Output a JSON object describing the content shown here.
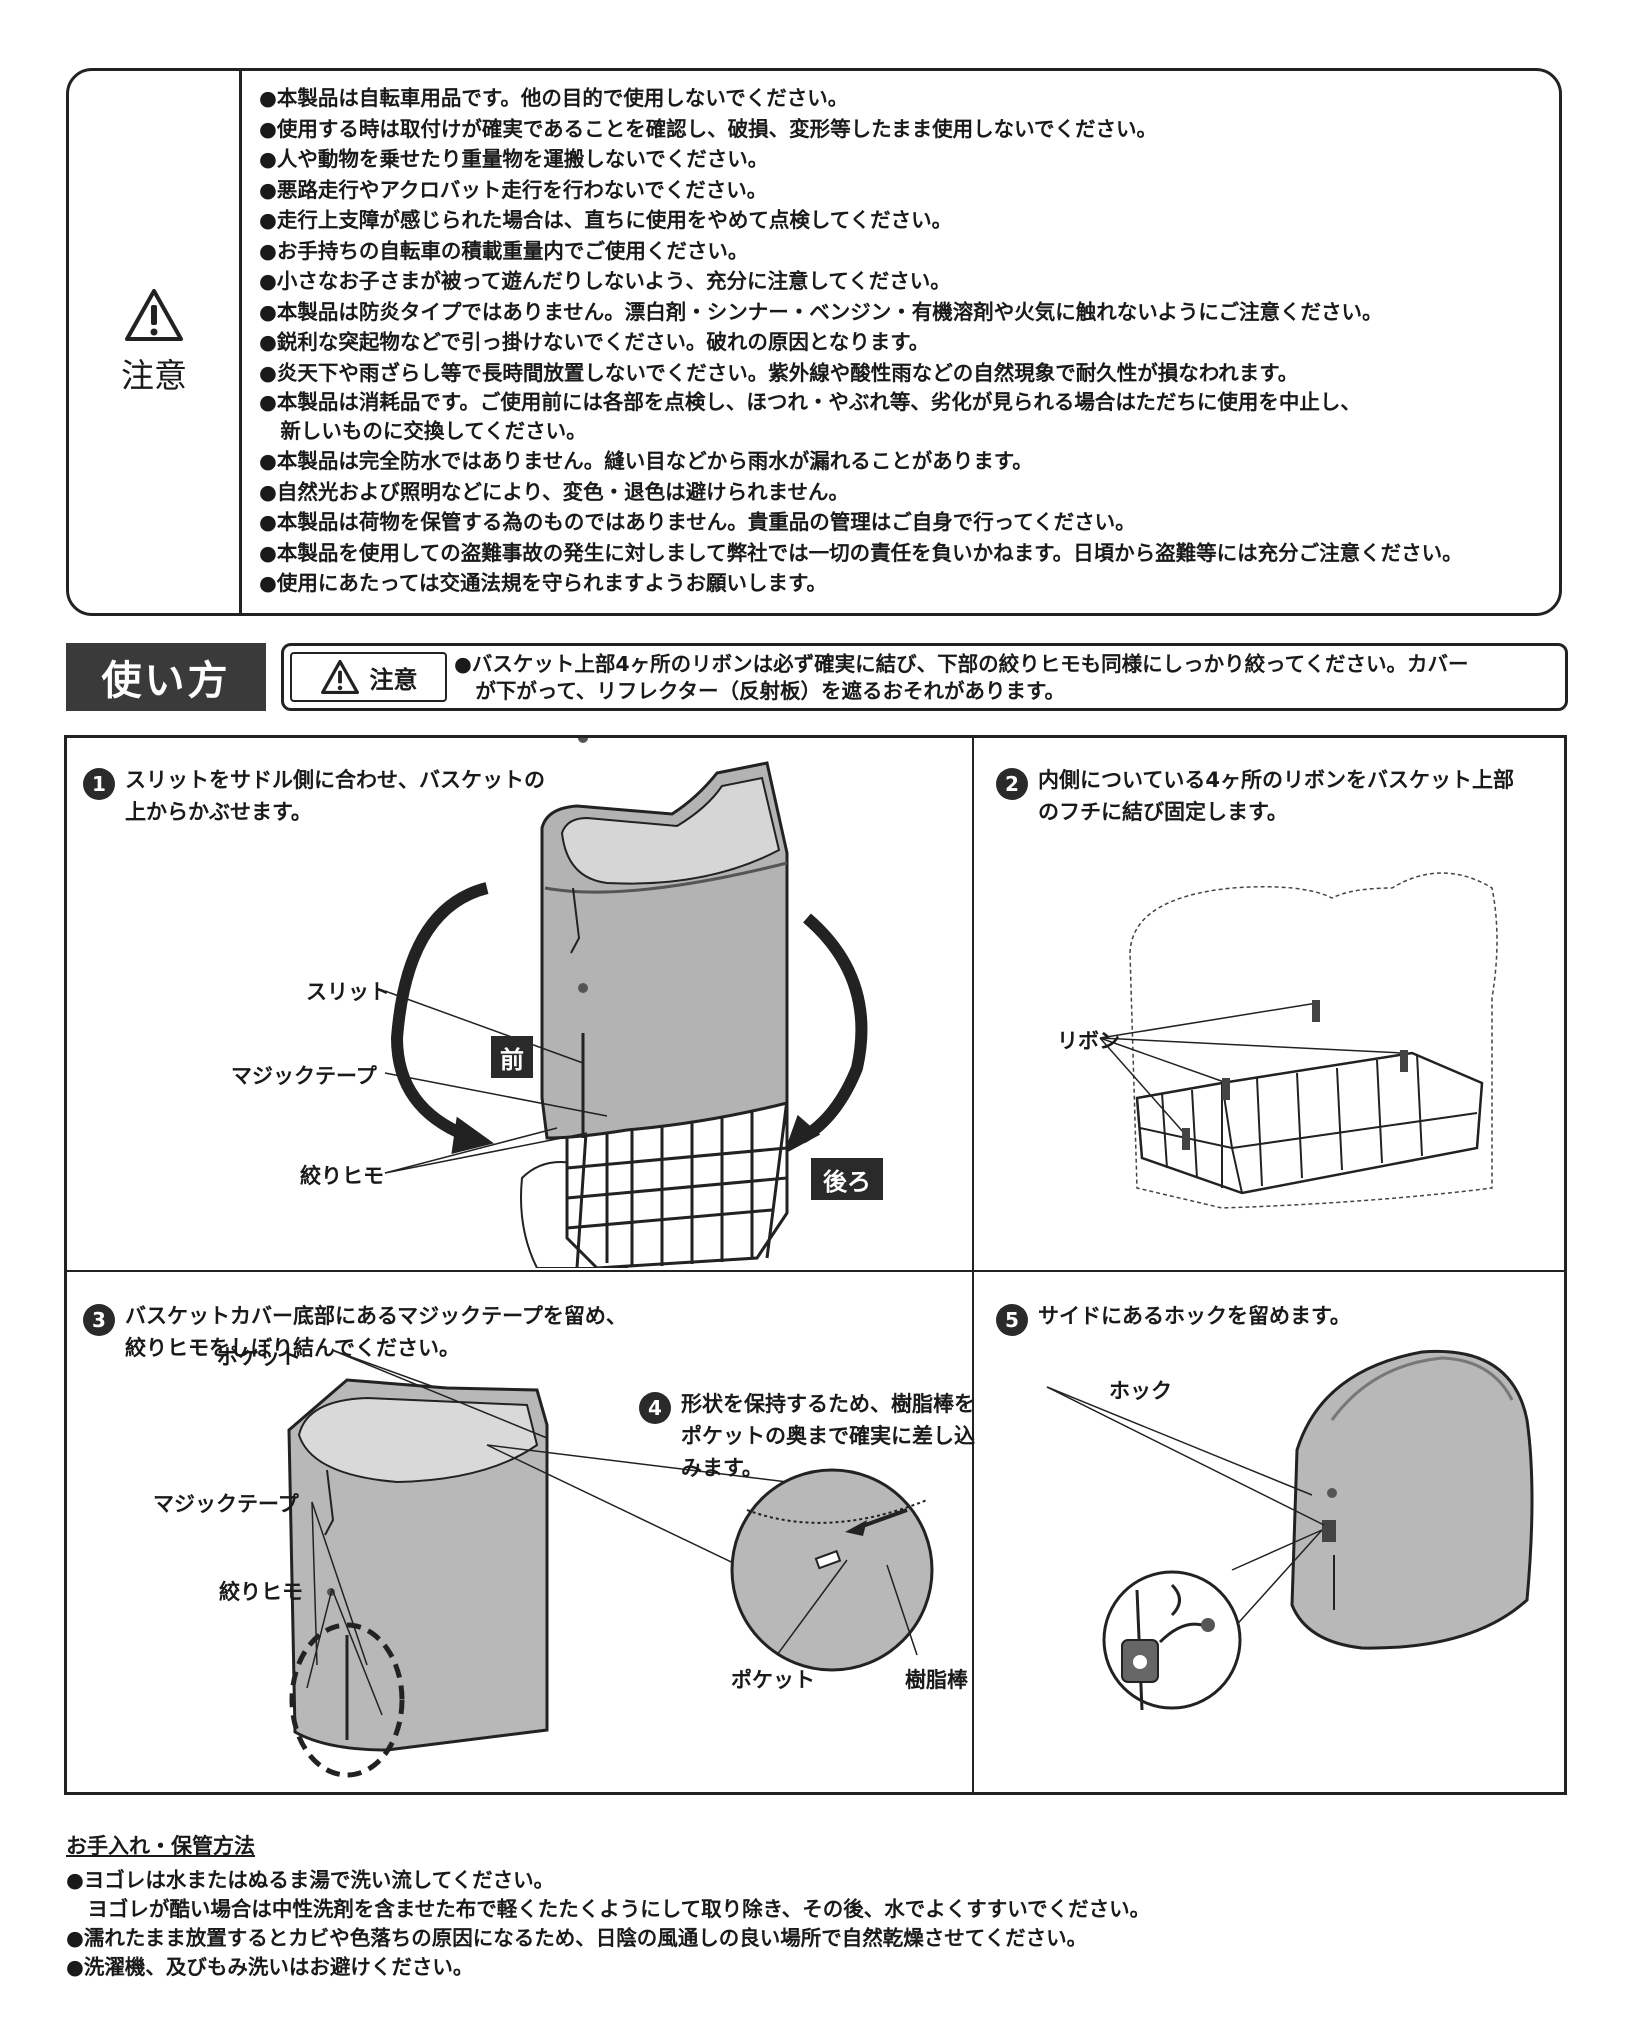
{
  "caution": {
    "label": "注意",
    "items": [
      "●本製品は自転車用品です。他の目的で使用しないでください。",
      "●使用する時は取付けが確実であることを確認し、破損、変形等したまま使用しないでください。",
      "●人や動物を乗せたり重量物を運搬しないでください。",
      "●悪路走行やアクロバット走行を行わないでください。",
      "●走行上支障が感じられた場合は、直ちに使用をやめて点検してください。",
      "●お手持ちの自転車の積載重量内でご使用ください。",
      "●小さなお子さまが被って遊んだりしないよう、充分に注意してください。",
      "●本製品は防炎タイプではありません。漂白剤・シンナー・ベンジン・有機溶剤や火気に触れないようにご注意ください。",
      "●鋭利な突起物などで引っ掛けないでください。破れの原因となります。",
      "●炎天下や雨ざらし等で長時間放置しないでください。紫外線や酸性雨などの自然現象で耐久性が損なわれます。",
      "●本製品は消耗品です。ご使用前には各部を点検し、ほつれ・やぶれ等、劣化が見られる場合はただちに使用を中止し、\n   新しいものに交換してください。",
      "●本製品は完全防水ではありません。縫い目などから雨水が漏れることがあります。",
      "●自然光および照明などにより、変色・退色は避けられません。",
      "●本製品は荷物を保管する為のものではありません。貴重品の管理はご自身で行ってください。",
      "●本製品を使用しての盗難事故の発生に対しまして弊社では一切の責任を負いかねます。日頃から盗難等には充分ご注意ください。",
      "●使用にあたっては交通法規を守られますようお願いします。"
    ]
  },
  "usage": {
    "title": "使い方",
    "note_label": "注意",
    "note_text": "●バスケット上部4ヶ所のリボンは必ず確実に結び、下部の絞りヒモも同様にしっかり絞ってください。カバー\n   が下がって、リフレクター（反射板）を遮るおそれがあります。"
  },
  "steps": {
    "s1": {
      "num": "1",
      "text": "スリットをサドル側に合わせ、バスケットの\n上からかぶせます。",
      "slit": "スリット",
      "magic": "マジックテープ",
      "cord": "絞りヒモ",
      "front": "前",
      "back": "後ろ"
    },
    "s2": {
      "num": "2",
      "text": "内側についている4ヶ所のリボンをバスケット上部\nのフチに結び固定します。",
      "ribbon": "リボン"
    },
    "s3": {
      "num": "3",
      "text": "バスケットカバー底部にあるマジックテープを留め、\n絞りヒモをしぼり結んでください。",
      "pocket": "ポケット",
      "magic": "マジックテープ",
      "cord": "絞りヒモ"
    },
    "s4": {
      "num": "4",
      "text": "形状を保持するため、樹脂棒を\nポケットの奥まで確実に差し込\nみます。",
      "pocket": "ポケット",
      "rod": "樹脂棒"
    },
    "s5": {
      "num": "5",
      "text": "サイドにあるホックを留めます。",
      "hook": "ホック"
    }
  },
  "care": {
    "title": "お手入れ・保管方法",
    "items": [
      "●ヨゴレは水またはぬるま湯で洗い流してください。\n   ヨゴレが酷い場合は中性洗剤を含ませた布で軽くたたくようにして取り除き、その後、水でよくすすいでください。",
      "●濡れたまま放置するとカビや色落ちの原因になるため、日陰の風通しの良い場所で自然乾燥させてください。",
      "●洗濯機、及びもみ洗いはお避けください。"
    ]
  }
}
